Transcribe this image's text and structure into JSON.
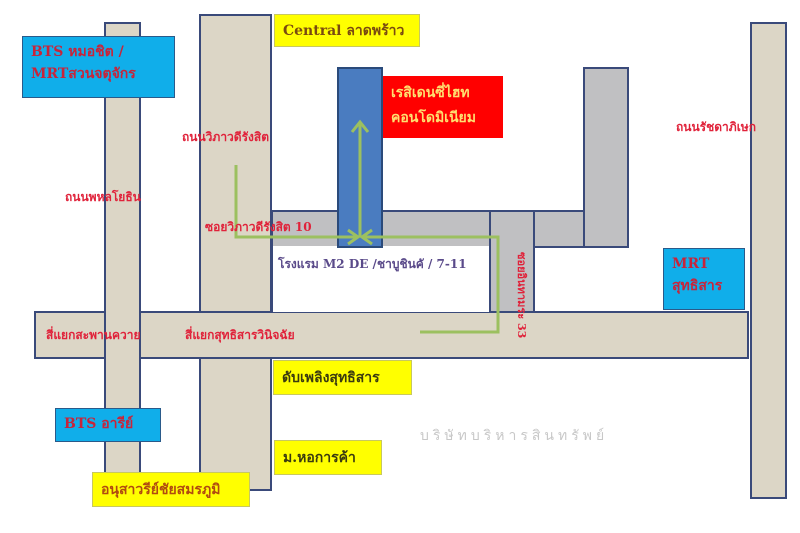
{
  "roads": {
    "phahonyothin": "ถนนพหลโยธิน",
    "vibhavadi": "ถนนวิภาวดีรังสิต",
    "vibhavadi_soi10": "ซอยวิภาวดีรังสิต 10",
    "ratchadaphisek": "ถนนรัชดาภิเษก",
    "inthamara_soi33": "ซอยอินทามระ 33",
    "saphan_khwai": "สี่แยกสะพานควาย",
    "sutthisan_junction": "สี่แยกสุทธิสารวินิจฉัย"
  },
  "landmarks": {
    "central": "Central  ลาดพร้าว",
    "bts_mochit_1": "BTS  หมอชิต /",
    "bts_mochit_2": "MRTสวนจตุจักร",
    "condo_1": "เรสิเดนซี่ไฮท",
    "condo_2": "คอนโดมิเนียม",
    "hotel": "โรงแรม M2 DE /ชาบูชินคั / 7-11",
    "mrt_sutthisan_1": "MRT",
    "mrt_sutthisan_2": "สุทธิสาร",
    "fire_station": "ดับเพลิงสุทธิสาร",
    "bts_ari": "BTS อารีย์",
    "utcc": "ม.หอการค้า",
    "victory_monument": "อนุสาวรีย์ชัยสมรภูมิ"
  },
  "watermark": "บริษัทบริหารสินทรัพย์",
  "colors": {
    "road": "#dcd6c6",
    "soi": "#c0c0c2",
    "condo": "#4a7cc0",
    "route": "#9cc060",
    "station": "#10aeea",
    "highlight": "#ff0000",
    "place": "#ffff00"
  }
}
